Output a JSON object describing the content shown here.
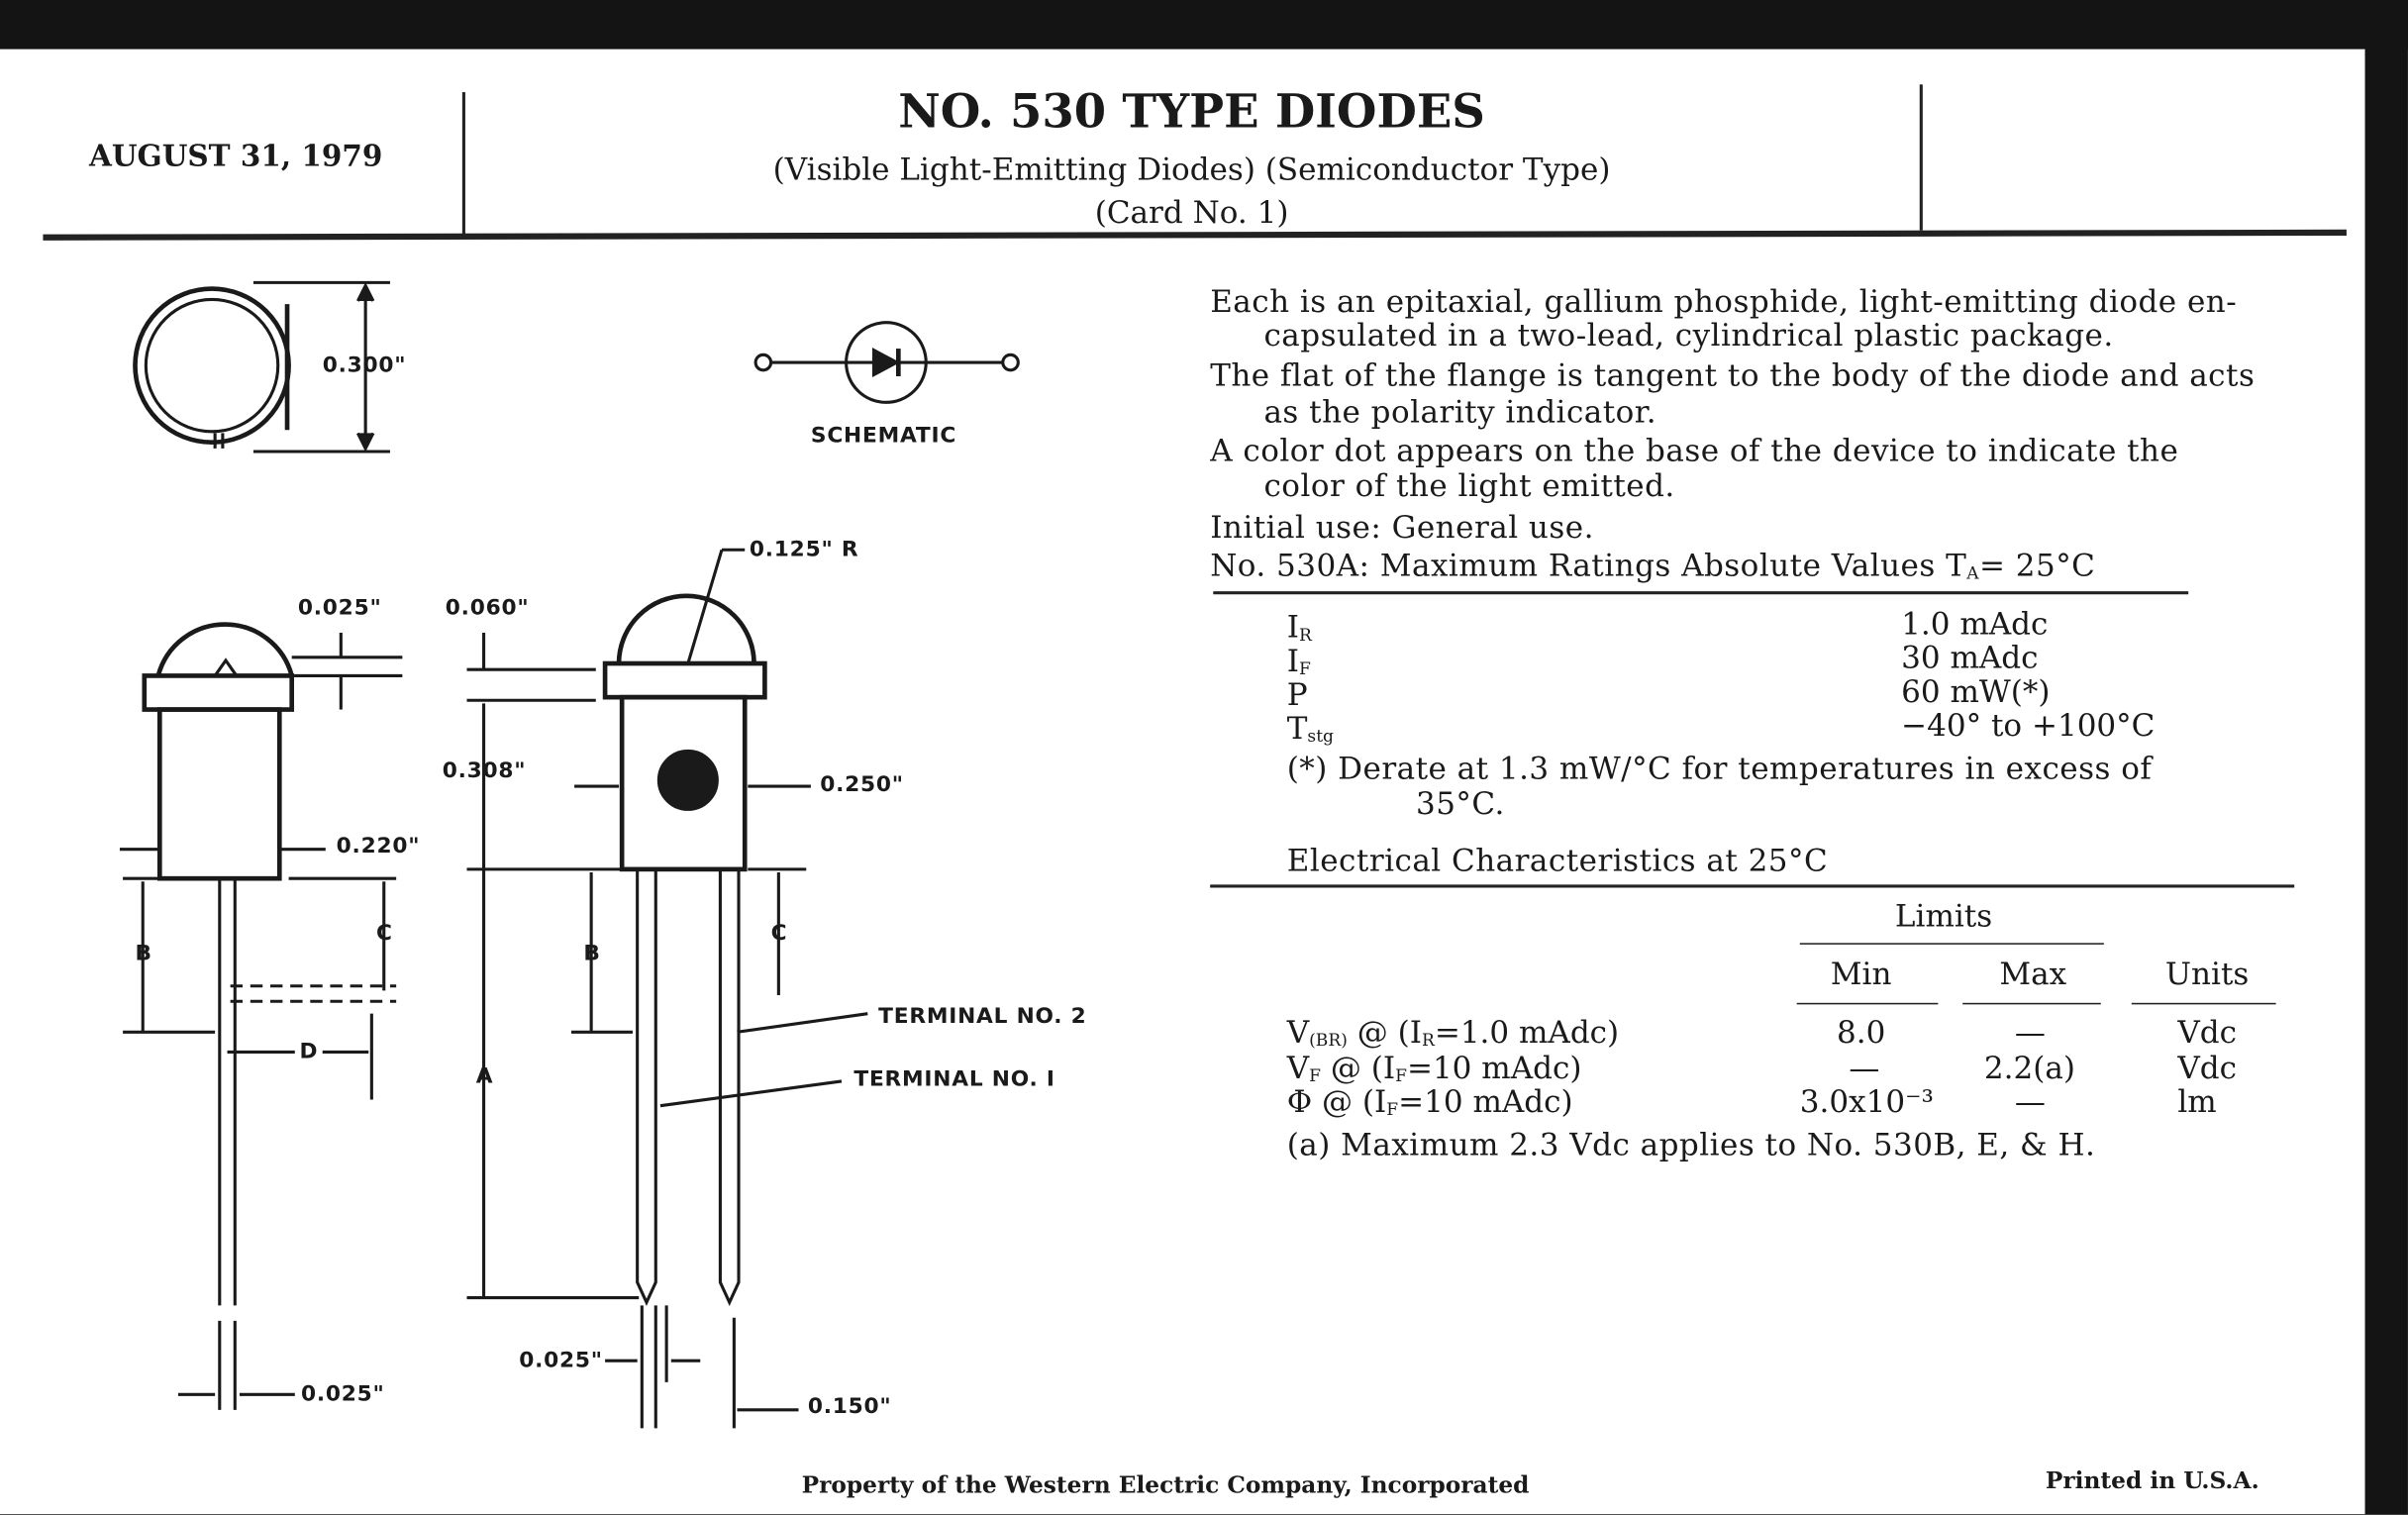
{
  "header": {
    "date": "AUGUST 31, 1979",
    "title": "NO. 530 TYPE DIODES",
    "subtitle": "(Visible Light-Emitting Diodes) (Semiconductor Type)",
    "card": "(Card No. 1)"
  },
  "description": [
    {
      "first": "Each is an epitaxial, gallium phosphide, light-emitting diode en-",
      "cont": "capsulated in a two-lead, cylindrical plastic package."
    },
    {
      "first": "The flat of the flange is tangent to the body of the diode and acts",
      "cont": "as the polarity indicator."
    },
    {
      "first": "A color dot appears on the base of the device to indicate the",
      "cont": "color of the light emitted."
    }
  ],
  "initial_use": "Initial use:  General use.",
  "ratings_title": "No. 530A:  Maximum Ratings Absolute Values T",
  "ratings_title_sub": "A",
  "ratings_title_end": "= 25°C",
  "ratings": [
    {
      "sym": "I",
      "sub": "R",
      "value": "1.0 mAdc"
    },
    {
      "sym": "I",
      "sub": "F",
      "value": "30 mAdc"
    },
    {
      "sym": "P",
      "sub": "",
      "value": "60 mW(*)"
    },
    {
      "sym": "T",
      "sub": "stg",
      "value": "−40° to +100°C"
    }
  ],
  "derate_note": "(*)  Derate at 1.3 mW/°C for temperatures in excess of",
  "derate_note_cont": "35°C.",
  "elec_title": "Electrical Characteristics at 25°C",
  "table": {
    "limits": "Limits",
    "min": "Min",
    "max": "Max",
    "units": "Units",
    "rows": [
      {
        "sym": "V",
        "sub": "(BR)",
        "cond": " @ (I",
        "csub": "R",
        "cend": "=1.0 mAdc)",
        "min": "8.0",
        "max": "—",
        "unit": "Vdc"
      },
      {
        "sym": "V",
        "sub": "F",
        "cond": " @ (I",
        "csub": "F",
        "cend": "=10 mAdc)",
        "min": "—",
        "max": "2.2(a)",
        "unit": "Vdc"
      },
      {
        "sym": "Φ",
        "sub": "",
        "cond": " @ (I",
        "csub": "F",
        "cend": "=10 mAdc)",
        "min": "3.0x10⁻³",
        "max": "—",
        "unit": "lm"
      }
    ],
    "note": "(a)  Maximum 2.3 Vdc applies to No. 530B, E, & H."
  },
  "drawing": {
    "dim_0300": "0.300\"",
    "schematic": "SCHEMATIC",
    "dim_0125r": "0.125\" R",
    "dim_0025_top": "0.025\"",
    "dim_0060": "0.060\"",
    "dim_0308": "0.308\"",
    "dim_0250": "0.250\"",
    "dim_0220": "0.220\"",
    "label_b1": "B",
    "label_c1": "C",
    "label_d": "D",
    "label_b2": "B",
    "label_c2": "C",
    "label_a": "A",
    "terminal2": "TERMINAL  NO. 2",
    "terminal1": "TERMINAL  NO. I",
    "dim_0025_lead1": "0.025\"",
    "dim_0025_lead2": "0.025\"",
    "dim_0150": "0.150\""
  },
  "footer": {
    "property": "Property of the Western Electric Company, Incorporated",
    "printed": "Printed in U.S.A."
  }
}
